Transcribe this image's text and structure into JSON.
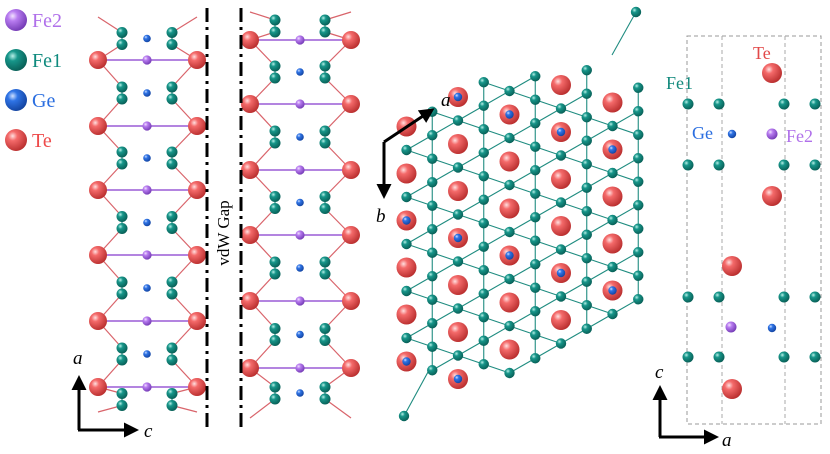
{
  "legend": {
    "items": [
      {
        "label": "Fe2",
        "color": "#b070ea"
      },
      {
        "label": "Fe1",
        "color": "#0f8a7e"
      },
      {
        "label": "Ge",
        "color": "#2a6ee0"
      },
      {
        "label": "Te",
        "color": "#ee4a4a"
      }
    ]
  },
  "colors": {
    "fe1": "#0f8a7e",
    "fe2": "#b070ea",
    "ge": "#2a6ee0",
    "te": "#ee4a4a",
    "bond_te": "#d9646b",
    "bond_fe1": "#1f8c80",
    "bond_fe2": "#9a5bd6",
    "text_fe1": "#138a7d",
    "text_fe2": "#b070ea",
    "text_ge": "#2a6ee0",
    "text_te": "#e24848"
  },
  "panel_left": {
    "gap_label": "vdW Gap",
    "axis_v": "a",
    "axis_h": "c"
  },
  "panel_middle": {
    "axis_h": "a",
    "axis_v": "b"
  },
  "panel_right": {
    "labels": {
      "te": "Te",
      "fe1": "Fe1",
      "ge": "Ge",
      "fe2": "Fe2"
    },
    "axis_v": "c",
    "axis_h": "a"
  }
}
